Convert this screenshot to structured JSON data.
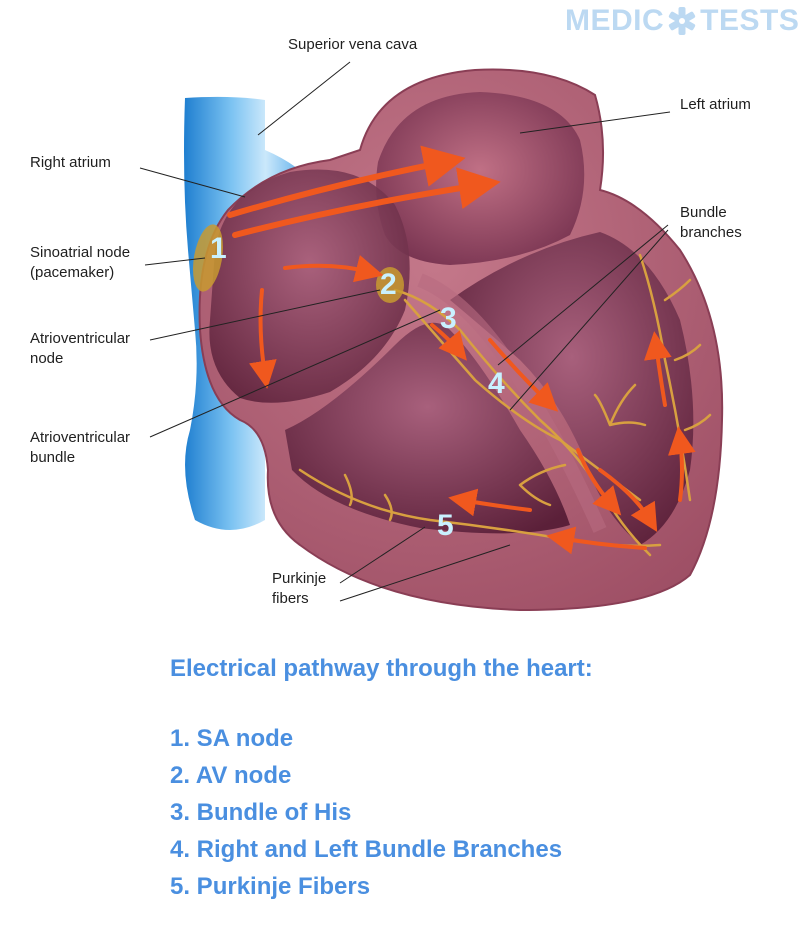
{
  "brand": {
    "name_left": "MEDIC",
    "name_right": "TESTS",
    "logo_icon": "asterisk-medical-icon",
    "color": "#bcd9f2"
  },
  "diagram": {
    "labels": {
      "superior_vena_cava": "Superior vena cava",
      "left_atrium": "Left atrium",
      "right_atrium": "Right atrium",
      "bundle_branches_line1": "Bundle",
      "bundle_branches_line2": "branches",
      "sa_node_line1": "Sinoatrial node",
      "sa_node_line2": "(pacemaker)",
      "av_node_line1": "Atrioventricular",
      "av_node_line2": "node",
      "av_bundle_line1": "Atrioventricular",
      "av_bundle_line2": "bundle",
      "purkinje_line1": "Purkinje",
      "purkinje_line2": "fibers"
    },
    "markers": [
      "1",
      "2",
      "3",
      "4",
      "5"
    ],
    "colors": {
      "vessel": "#2f97e4",
      "heart_wall": "#a8596e",
      "chamber": "#6b2a45",
      "arrow": "#f0581e",
      "fiber": "#d8a040",
      "marker": "#c9f1ff"
    }
  },
  "caption": {
    "title": "Electrical pathway through the heart:",
    "items": [
      "1. SA node",
      "2. AV node",
      "3. Bundle of His",
      "4. Right and Left Bundle Branches",
      "5. Purkinje Fibers"
    ],
    "color": "#4a8fe0"
  }
}
